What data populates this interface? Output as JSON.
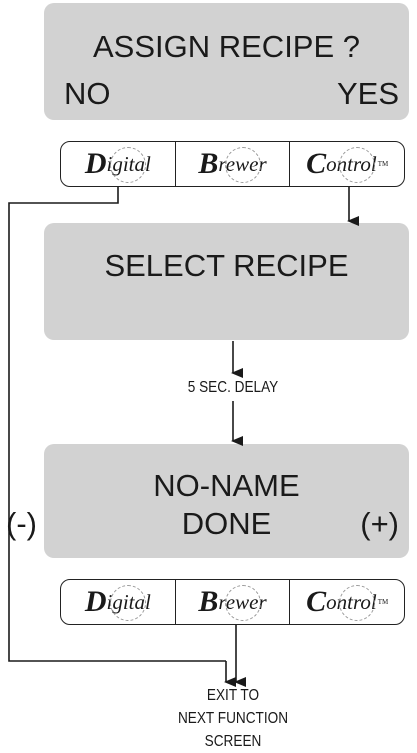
{
  "screen_assign": {
    "title": "ASSIGN RECIPE ?",
    "left": "NO",
    "right": "YES"
  },
  "button_row_1": [
    {
      "cap": "D",
      "rest": "igital",
      "tm": ""
    },
    {
      "cap": "B",
      "rest": "rewer",
      "tm": ""
    },
    {
      "cap": "C",
      "rest": "ontrol",
      "tm": "TM"
    }
  ],
  "screen_select": {
    "title": "SELECT RECIPE"
  },
  "delay_label": "5 SEC. DELAY",
  "screen_noname": {
    "title": "NO-NAME",
    "minus": "(-)",
    "done": "DONE",
    "plus": "(+)"
  },
  "button_row_2": [
    {
      "cap": "D",
      "rest": "igital",
      "tm": ""
    },
    {
      "cap": "B",
      "rest": "rewer",
      "tm": ""
    },
    {
      "cap": "C",
      "rest": "ontrol",
      "tm": "TM"
    }
  ],
  "exit_label": {
    "line1": "EXIT TO",
    "line2": "NEXT FUNCTION",
    "line3": "SCREEN"
  }
}
